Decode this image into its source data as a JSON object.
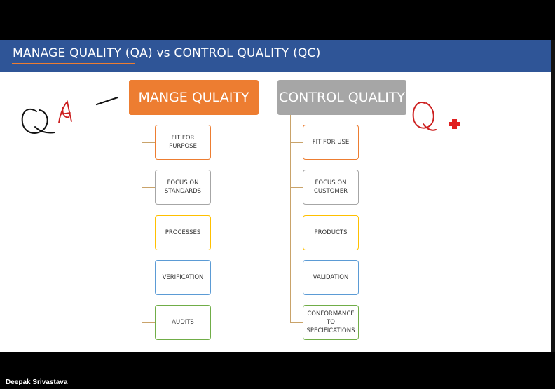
{
  "slide": {
    "title": "MANAGE QUALITY (QA) vs CONTROL QUALITY (QC)"
  },
  "qa": {
    "header": "MANGE QULAITY",
    "items": [
      {
        "label": "FIT FOR PURPOSE",
        "color": "#ed7d31"
      },
      {
        "label": "FOCUS ON STANDARDS",
        "color": "#a6a6a6"
      },
      {
        "label": "PROCESSES",
        "color": "#ffc000"
      },
      {
        "label": "VERIFICATION",
        "color": "#5b9bd5"
      },
      {
        "label": "AUDITS",
        "color": "#70ad47"
      }
    ]
  },
  "qc": {
    "header": "CONTROL QUALITY",
    "items": [
      {
        "label": "FIT  FOR USE",
        "color": "#ed7d31"
      },
      {
        "label": "FOCUS ON CUSTOMER",
        "color": "#a6a6a6"
      },
      {
        "label": "PRODUCTS",
        "color": "#ffc000"
      },
      {
        "label": "VALIDATION",
        "color": "#5b9bd5"
      },
      {
        "label": "CONFORMANCE TO SPECIFICATIONS",
        "color": "#70ad47"
      }
    ]
  },
  "presenter": {
    "name": "Deepak Srivastava"
  },
  "colors": {
    "title_bar": "#2f5597",
    "accent_orange": "#ed7d31",
    "header_gray": "#a6a6a6",
    "ink": "#cc1f1f"
  }
}
